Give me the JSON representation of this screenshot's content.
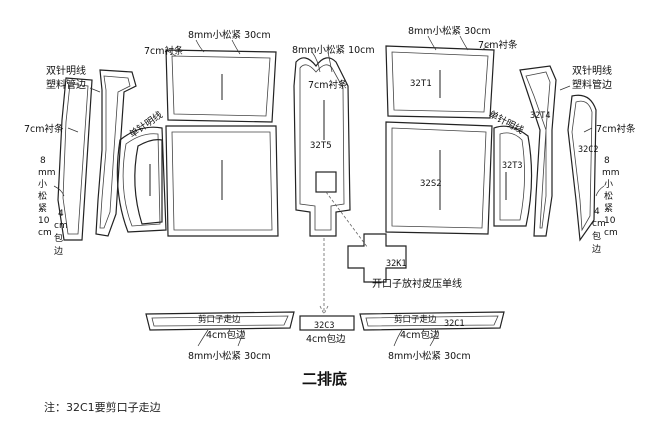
{
  "title": "二排底",
  "note": "注：32C1要剪口子走边",
  "pieces": {
    "t1": "32T1",
    "t4": "32T4",
    "s2": "32S2",
    "t3": "32T3",
    "c2": "32C2",
    "t5": "32T5",
    "k1": "32K1",
    "c3": "32C3",
    "c1": "32C1"
  },
  "labels": {
    "elastic_30_top_left": "8mm小松紧 30cm",
    "elastic_30_top_right": "8mm小松紧 30cm",
    "elastic_10_top_center": "8mm小松紧 10cm",
    "lining_7_top_left": "7cm衬条",
    "lining_7_top_right": "7cm衬条",
    "lining_7_center": "7cm衬条",
    "lining_7_left": "7cm衬条",
    "lining_7_right": "7cm衬条",
    "double_needle_left_1": "双针明线",
    "double_needle_left_2": "塑料管边",
    "double_needle_right_1": "双针明线",
    "double_needle_right_2": "塑料管边",
    "single_needle_left": "单针明线",
    "single_needle_right": "单针明线",
    "opening_note": "开口子放衬皮压单线",
    "cut_edge_left": "剪口子走边",
    "cut_edge_right": "剪口子走边",
    "binding_4_left": "4cm包边",
    "binding_4_center": "4cm包边",
    "binding_4_right": "4cm包边",
    "elastic_30_bottom_left": "8mm小松紧 30cm",
    "elastic_30_bottom_right": "8mm小松紧 30cm",
    "vert_left": [
      "8",
      "mm",
      "小",
      "松",
      "紧",
      "10",
      "cm"
    ],
    "vert_left_b": [
      "4",
      "cm",
      "包",
      "边"
    ],
    "vert_right": [
      "8",
      "mm",
      "小",
      "松",
      "紧",
      "10",
      "cm"
    ],
    "vert_right_b": [
      "4",
      "cm",
      "包",
      "边"
    ]
  }
}
